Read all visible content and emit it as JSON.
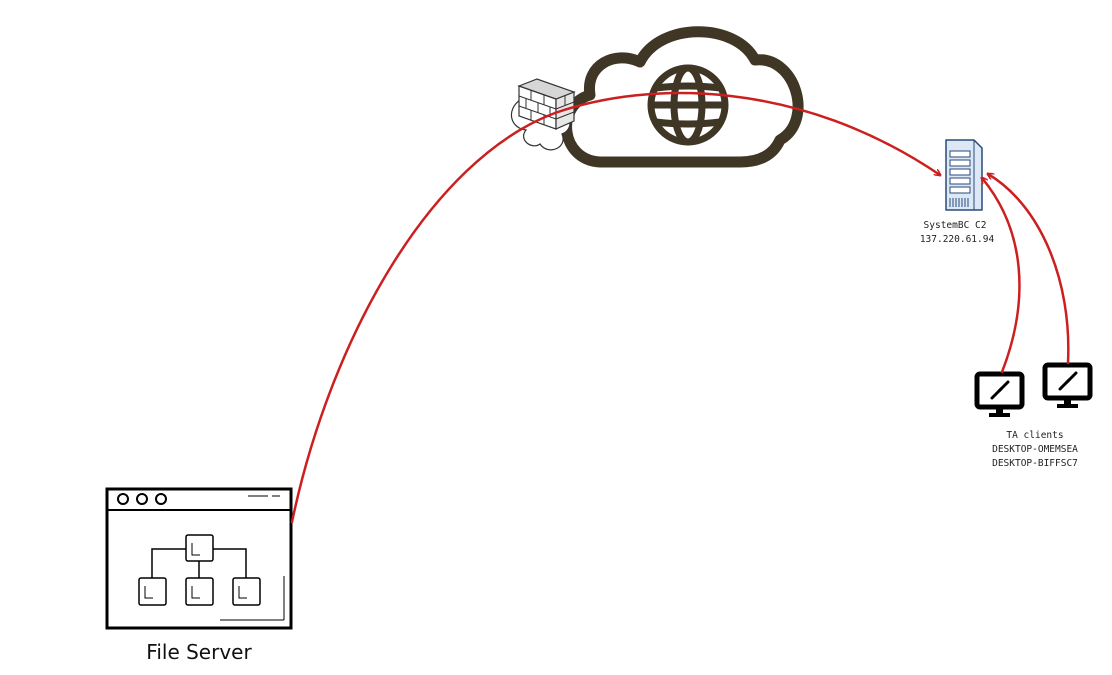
{
  "colors": {
    "connection": "#cc1f1f",
    "cloud": "#3f3626",
    "server_fill": "#dde8f6",
    "server_stroke": "#2a4a78",
    "ink": "#111111"
  },
  "icons": {
    "file_server": "file-server-window-icon",
    "cloud": "internet-cloud-globe-icon",
    "firewall": "firewall-icon",
    "c2_server": "server-tower-icon",
    "client": "remote-desktop-monitor-icon"
  },
  "file_server": {
    "label": "File Server"
  },
  "c2": {
    "name": "SystemBC C2",
    "ip": "137.220.61.94"
  },
  "clients": {
    "title": "TA clients",
    "hosts": [
      "DESKTOP-OMEMSEA",
      "DESKTOP-BIFFSC7"
    ]
  }
}
